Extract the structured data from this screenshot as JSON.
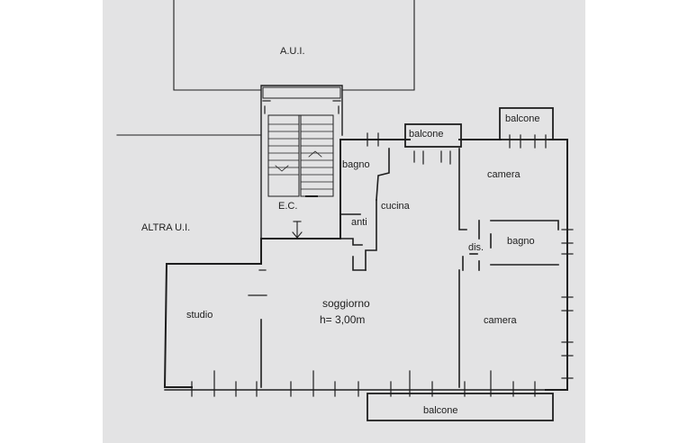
{
  "plan": {
    "labels": {
      "aui": "A.U.I.",
      "altra_ui": "ALTRA U.I.",
      "ec": "E.C.",
      "bagno_1": "bagno",
      "anti": "anti",
      "cucina": "cucina",
      "balcone_1": "balcone",
      "balcone_2": "balcone",
      "balcone_3": "balcone",
      "camera_1": "camera",
      "dis": "dis.",
      "bagno_2": "bagno",
      "camera_2": "camera",
      "studio": "studio",
      "soggiorno": "soggiorno",
      "height": "h= 3,00m"
    },
    "colors": {
      "paper": "#e3e3e4",
      "ink": "#1e1e1e"
    }
  }
}
